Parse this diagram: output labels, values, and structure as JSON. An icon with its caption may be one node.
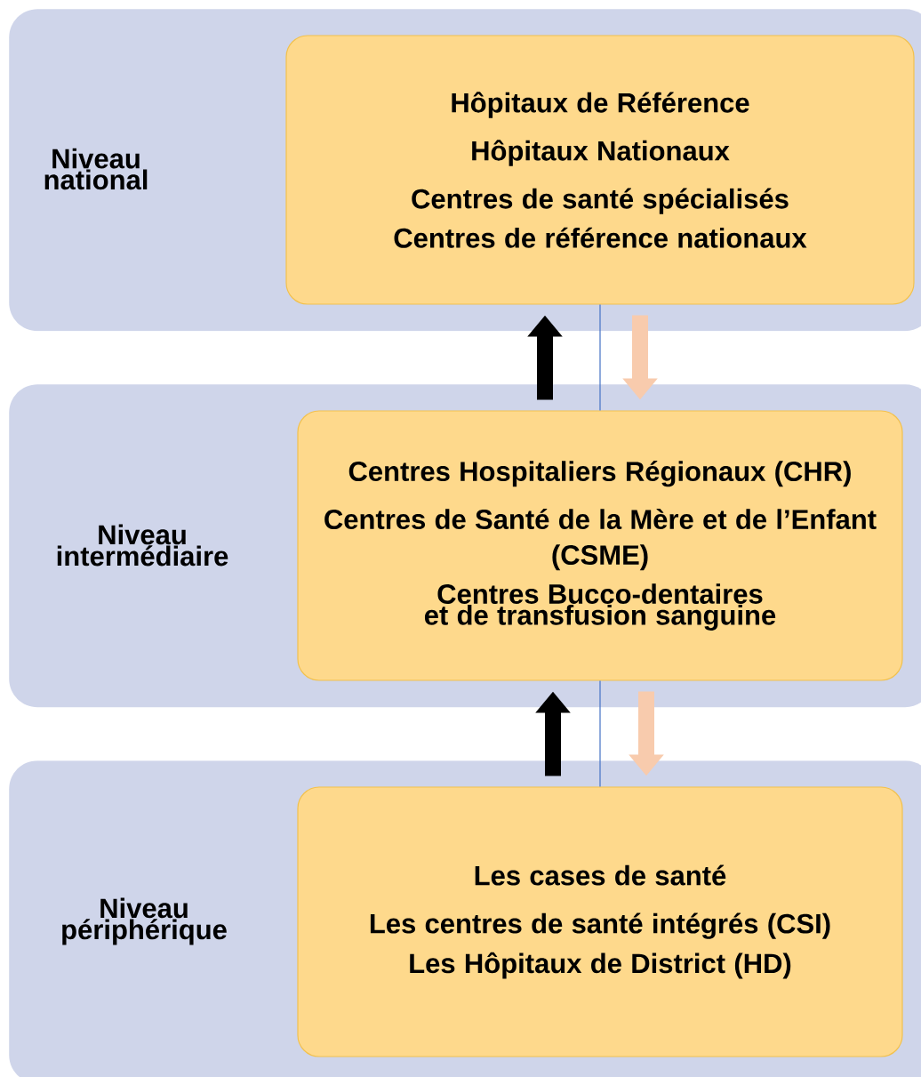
{
  "diagram": {
    "nodes": [
      {
        "text": [
          "Niveau national"
        ]
      },
      {
        "text": [
          "Hôpitaux de Référence",
          "Hôpitaux Nationaux",
          "Centres de santé spécialisés",
          "Centres de référence nationaux"
        ],
        "in": 0
      },
      {
        "text": [
          "Niveau intermédiaire"
        ]
      },
      {
        "text": [
          "Centres Hospitaliers Régionaux (CHR)",
          "Centres de Santé de la Mère et de l’Enfant (CSME)",
          "Centres Bucco-dentaires et de transfusion sanguine"
        ],
        "in": 2
      },
      {
        "text": [
          "Niveau périphérique"
        ]
      },
      {
        "text": [
          "Les cases de santé",
          "Les centres de santé intégrés   (CSI)",
          "Les Hôpitaux de District (HD)"
        ],
        "in": 4
      }
    ],
    "edges": [
      {
        "from": 3,
        "to": 1,
        "arrow": "to",
        "color": "#000000"
      },
      {
        "from": 1,
        "to": 3,
        "arrow": "none",
        "color": "#4472c4"
      },
      {
        "from": 1,
        "to": 3,
        "arrow": "to",
        "color": "#f8cbad"
      },
      {
        "from": 5,
        "to": 3,
        "arrow": "to",
        "color": "#000000"
      },
      {
        "from": 3,
        "to": 5,
        "arrow": "none",
        "color": "#4472c4"
      },
      {
        "from": 3,
        "to": 5,
        "arrow": "to",
        "color": "#f8cbad"
      }
    ]
  }
}
